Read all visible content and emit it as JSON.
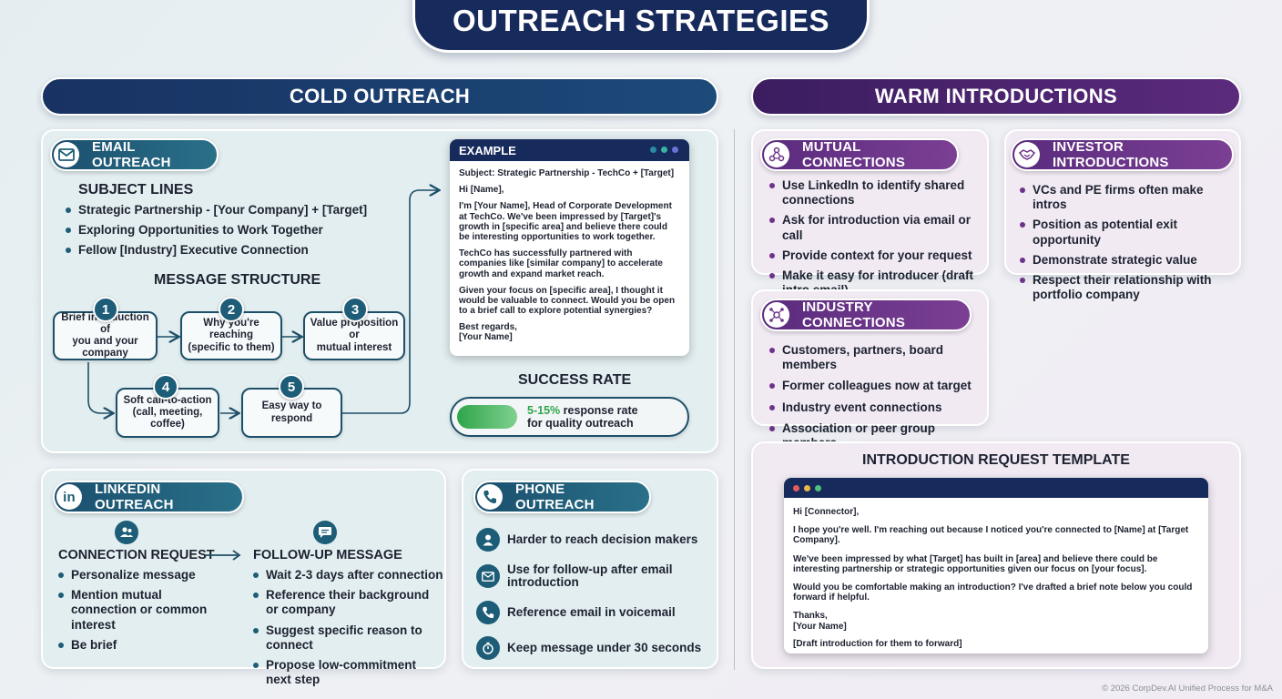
{
  "title": "OUTREACH STRATEGIES",
  "cold": {
    "header": "COLD OUTREACH",
    "email": {
      "pill": "EMAIL OUTREACH",
      "subject_heading": "SUBJECT LINES",
      "subject_lines": [
        "Strategic Partnership - [Your Company] + [Target]",
        "Exploring Opportunities to Work Together",
        "Fellow [Industry] Executive Connection"
      ],
      "structure_heading": "MESSAGE STRUCTURE",
      "steps": [
        {
          "num": "1",
          "label": "Brief introduction of\nyou and your company"
        },
        {
          "num": "2",
          "label": "Why you're reaching\n(specific to them)"
        },
        {
          "num": "3",
          "label": "Value proposition or\nmutual interest"
        },
        {
          "num": "4",
          "label": "Soft call-to-action\n(call, meeting, coffee)"
        },
        {
          "num": "5",
          "label": "Easy way to\nrespond"
        }
      ],
      "example": {
        "header": "EXAMPLE",
        "subject": "Subject: Strategic Partnership - TechCo + [Target]",
        "greeting": "Hi [Name],",
        "p1": "I'm [Your Name], Head of Corporate Development at TechCo. We've been impressed by [Target]'s growth in [specific area] and believe there could be interesting opportunities to work together.",
        "p2": "TechCo has successfully partnered with companies like [similar company] to accelerate growth and expand market reach.",
        "p3": "Given your focus on [specific area], I thought it would be valuable to connect. Would you be open to a brief call to explore potential synergies?",
        "signoff": "Best regards,\n[Your Name]"
      },
      "success": {
        "heading": "SUCCESS RATE",
        "rate": "5-15%",
        "line1": "response rate",
        "line2": "for quality outreach",
        "fill_fraction": 0.15
      }
    },
    "linkedin": {
      "pill": "LINKEDIN OUTREACH",
      "connection_heading": "CONNECTION REQUEST",
      "connection_items": [
        "Personalize message",
        "Mention mutual connection or common interest",
        "Be brief"
      ],
      "followup_heading": "FOLLOW-UP MESSAGE",
      "followup_items": [
        "Wait 2-3 days after connection",
        "Reference their background or company",
        "Suggest specific reason to connect",
        "Propose low-commitment next step"
      ]
    },
    "phone": {
      "pill": "PHONE OUTREACH",
      "items": [
        {
          "icon": "person-icon",
          "text": "Harder to reach decision makers"
        },
        {
          "icon": "envelope-icon",
          "text": "Use for follow-up after email\nintroduction"
        },
        {
          "icon": "voicemail-icon",
          "text": "Reference email in voicemail"
        },
        {
          "icon": "stopwatch-icon",
          "text": "Keep message under 30 seconds"
        }
      ]
    }
  },
  "warm": {
    "header": "WARM INTRODUCTIONS",
    "mutual": {
      "pill": "MUTUAL CONNECTIONS",
      "items": [
        "Use LinkedIn to identify shared connections",
        "Ask for introduction via email or call",
        "Provide context for your request",
        "Make it easy for introducer (draft intro email)"
      ]
    },
    "investor": {
      "pill": "INVESTOR INTRODUCTIONS",
      "items": [
        "VCs and PE firms often make intros",
        "Position as potential exit opportunity",
        "Demonstrate strategic value",
        "Respect their relationship with portfolio company"
      ]
    },
    "industry": {
      "pill": "INDUSTRY CONNECTIONS",
      "items": [
        "Customers, partners, board members",
        "Former colleagues now at target",
        "Industry event connections",
        "Association or peer group members"
      ]
    },
    "template": {
      "heading": "INTRODUCTION REQUEST TEMPLATE",
      "greeting": "Hi [Connector],",
      "p1": "I hope you're well. I'm reaching out because I noticed you're connected to [Name] at [Target Company].",
      "p2": "We've been impressed by what [Target] has built in [area] and believe there could be interesting partnership or strategic opportunities given our focus on [your focus].",
      "p3": "Would you be comfortable making an introduction? I've drafted a brief note below you could forward if helpful.",
      "signoff": "Thanks,\n[Your Name]",
      "draft": "[Draft introduction for them to forward]"
    }
  },
  "footer": "© 2026 CorpDev.AI Unified Process for M&A",
  "colors": {
    "navy": "#172a5c",
    "teal": "#1d5d77",
    "purple": "#5a2b7e",
    "green": "#2fa54a"
  }
}
